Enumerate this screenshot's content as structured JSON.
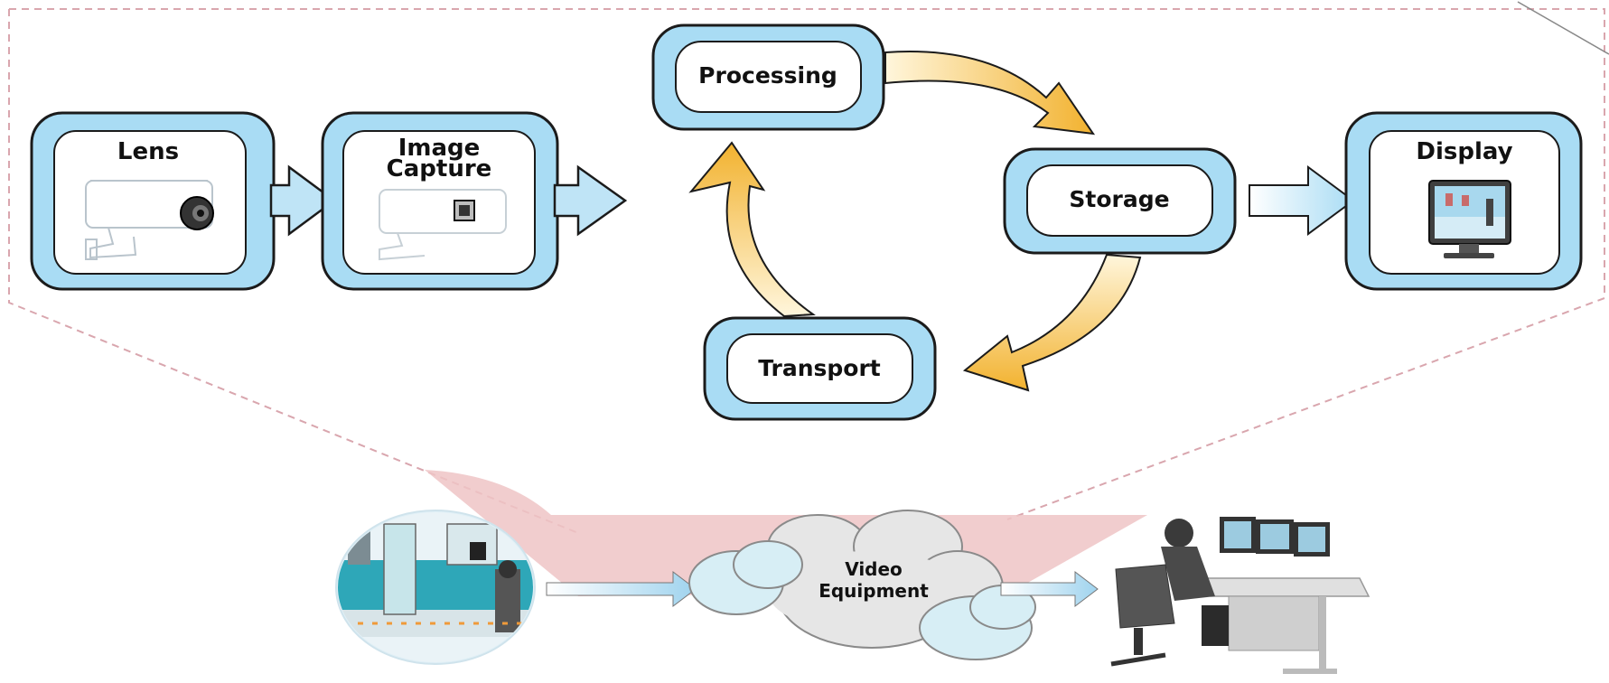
{
  "stages": {
    "lens": "Lens",
    "image_capture_line1": "Image",
    "image_capture_line2": "Capture",
    "processing": "Processing",
    "storage": "Storage",
    "transport": "Transport",
    "display": "Display"
  },
  "cloud": {
    "line1": "Video",
    "line2": "Equipment"
  },
  "colors": {
    "box_fill": "#a9dcf4",
    "box_stroke": "#1b1b1b",
    "arrow_blue": "#bfe4f6",
    "arrow_gold": "#f2b93a",
    "dashed_outline": "#d9a6ae",
    "funnel_pink": "#efc4c6",
    "cloud_blue": "#d7eef5",
    "cloud_gray": "#e6e6e6"
  },
  "icons": {
    "lens": "security-camera-icon",
    "image_capture": "camera-sensor-icon",
    "display": "monitor-icon",
    "train": "train-scene-icon",
    "operator": "operator-desk-icon"
  }
}
